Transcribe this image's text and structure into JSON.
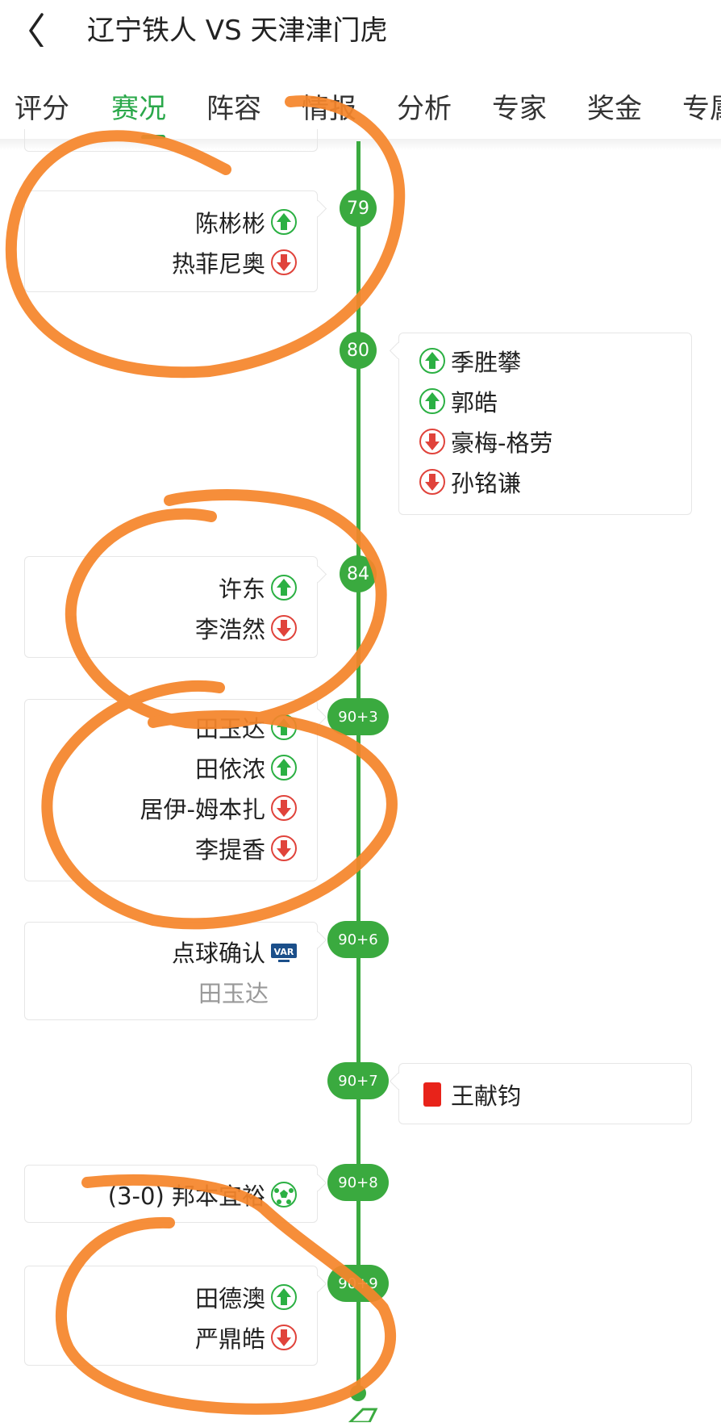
{
  "header": {
    "title": "辽宁铁人 VS 天津津门虎"
  },
  "tabs": [
    {
      "label": "评分"
    },
    {
      "label": "赛况",
      "active": true
    },
    {
      "label": "阵容"
    },
    {
      "label": "情报"
    },
    {
      "label": "分析"
    },
    {
      "label": "专家"
    },
    {
      "label": "奖金"
    },
    {
      "label": "专属"
    }
  ],
  "colors": {
    "accent": "#3aaa3f",
    "sub_in": "#2bb043",
    "sub_out": "#e0433b",
    "red_card": "#e8231a",
    "annotation": "#f5852b"
  },
  "events": [
    {
      "minute": "79",
      "side": "left",
      "rows": [
        {
          "name": "陈彬彬",
          "icon": "sub-in-icon"
        },
        {
          "name": "热菲尼奥",
          "icon": "sub-out-icon"
        }
      ]
    },
    {
      "minute": "80",
      "side": "right",
      "rows": [
        {
          "name": "季胜攀",
          "icon": "sub-in-icon"
        },
        {
          "name": "郭皓",
          "icon": "sub-in-icon"
        },
        {
          "name": "豪梅-格劳",
          "icon": "sub-out-icon"
        },
        {
          "name": "孙铭谦",
          "icon": "sub-out-icon"
        }
      ]
    },
    {
      "minute": "84",
      "side": "left",
      "rows": [
        {
          "name": "许东",
          "icon": "sub-in-icon"
        },
        {
          "name": "李浩然",
          "icon": "sub-out-icon"
        }
      ]
    },
    {
      "minute": "90+3",
      "side": "left",
      "rows": [
        {
          "name": "田玉达",
          "icon": "sub-in-icon"
        },
        {
          "name": "田依浓",
          "icon": "sub-in-icon"
        },
        {
          "name": "居伊-姆本扎",
          "icon": "sub-out-icon"
        },
        {
          "name": "李提香",
          "icon": "sub-out-icon"
        }
      ]
    },
    {
      "minute": "90+6",
      "side": "left",
      "rows": [
        {
          "name": "点球确认",
          "icon": "var-icon"
        },
        {
          "name": "田玉达",
          "sub": true
        }
      ]
    },
    {
      "minute": "90+7",
      "side": "right",
      "rows": [
        {
          "name": "王献钧",
          "icon": "red-card-icon"
        }
      ]
    },
    {
      "minute": "90+8",
      "side": "left",
      "rows": [
        {
          "name": "(3-0)  邦本宜裕",
          "icon": "goal-icon"
        }
      ]
    },
    {
      "minute": "90+9",
      "side": "left",
      "rows": [
        {
          "name": "田德澳",
          "icon": "sub-in-icon"
        },
        {
          "name": "严鼎皓",
          "icon": "sub-out-icon"
        }
      ]
    }
  ]
}
